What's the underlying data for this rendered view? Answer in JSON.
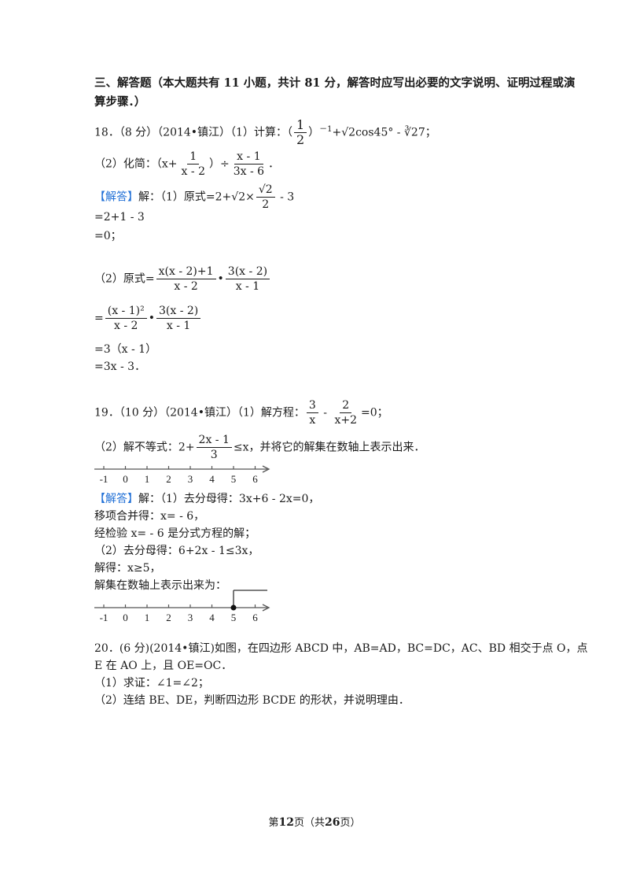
{
  "section": {
    "heading_1": "三、解答题（本大题共有 11 小题，共计 81 分，解答时应写出必要的文字说明、证明过程或演",
    "heading_2": "算步骤．）"
  },
  "q18": {
    "prefix": "18．（8 分）（2014•镇江）（1）计算：（",
    "frac_n": "1",
    "frac_d": "2",
    "suffix_a": "）",
    "power": "－1",
    "suffix_b": "+√2cos45° - ∛27；",
    "part2_prefix": "（2）化简：（x+",
    "part2_f1_n": "1",
    "part2_f1_d": "x - 2",
    "part2_mid": "）÷",
    "part2_f2_n": "x - 1",
    "part2_f2_d": "3x - 6",
    "part2_end": "．",
    "answer_tag": "【解答】",
    "answer_1": "解：（1）原式=2+√2×",
    "answer_1_fn": "√2",
    "answer_1_fd": "2",
    "answer_1_end": " - 3",
    "step_1": "=2+1 - 3",
    "step_2": "=0；",
    "part2_label": "（2）原式=",
    "p2_f1_n": "x(x - 2)+1",
    "p2_f1_d": "x - 2",
    "p2_dot": "•",
    "p2_f2_n": "3(x - 2)",
    "p2_f2_d": "x - 1",
    "p2_eq": "=",
    "p2_f3_n": "(x - 1)²",
    "p2_f3_d": "x - 2",
    "p2_f4_n": "3(x - 2)",
    "p2_f4_d": "x - 1",
    "step_3": "=3（x - 1）",
    "step_4": "=3x - 3．"
  },
  "q19": {
    "prefix": "19．（10 分）（2014•镇江）（1）解方程：",
    "f1_n": "3",
    "f1_d": "x",
    "minus": " - ",
    "f2_n": "2",
    "f2_d": "x+2",
    "end": "=0；",
    "part2_prefix": "（2）解不等式：2+",
    "p2_f_n": "2x - 1",
    "p2_f_d": "3",
    "p2_end": "≤x，并将它的解集在数轴上表示出来．",
    "axis_labels": [
      "-1",
      "0",
      "1",
      "2",
      "3",
      "4",
      "5",
      "6"
    ],
    "answer_tag": "【解答】",
    "answer_1": "解：（1）去分母得：3x+6 - 2x=0，",
    "step_1": "移项合并得：x= - 6，",
    "step_2": "经检验 x= - 6 是分式方程的解；",
    "step_3": "（2）去分母得：6+2x - 1≤3x，",
    "step_4": "解得：x≥5，",
    "step_5": "解集在数轴上表示出来为：",
    "solution_point": 5
  },
  "q20": {
    "line_1": "20．(6 分)(2014•镇江)如图，在四边形 ABCD 中，AB=AD，BC=DC，AC、BD 相交于点 O，点",
    "line_2": "E 在 AO 上，且 OE=OC．",
    "line_3": "（1）求证：∠1=∠2；",
    "line_4": "（2）连结 BE、DE，判断四边形 BCDE 的形状，并说明理由．"
  },
  "footer": {
    "prefix": "第",
    "page": "12",
    "mid": "页（共",
    "total": "26",
    "suffix": "页）"
  }
}
